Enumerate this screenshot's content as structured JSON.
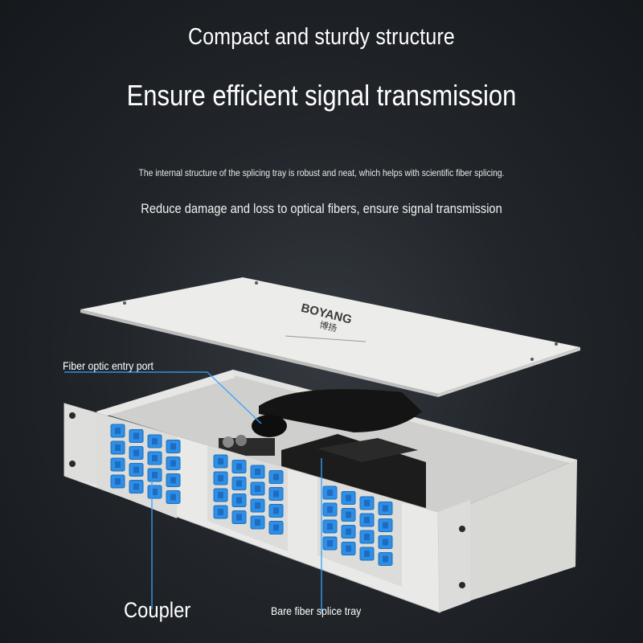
{
  "headline": "Compact and sturdy structure",
  "subheadline": "Ensure efficient signal transmission",
  "note": "The internal structure of the splicing tray is robust and neat, which helps with scientific fiber splicing.",
  "note2": "Reduce damage and loss to optical fibers, ensure signal transmission",
  "brand": {
    "logo_text": "BOYANG",
    "chinese_text": "博扬"
  },
  "callouts": {
    "entry_port": "Fiber optic entry port",
    "coupler": "Coupler",
    "splice_tray": "Bare fiber splice tray"
  },
  "colors": {
    "background": "#1c2024",
    "panel": "#e8e8e6",
    "adapter_blue": "#2f8fe6",
    "callout_line": "#3aa0ff",
    "logo_accent": "#e8402a"
  }
}
